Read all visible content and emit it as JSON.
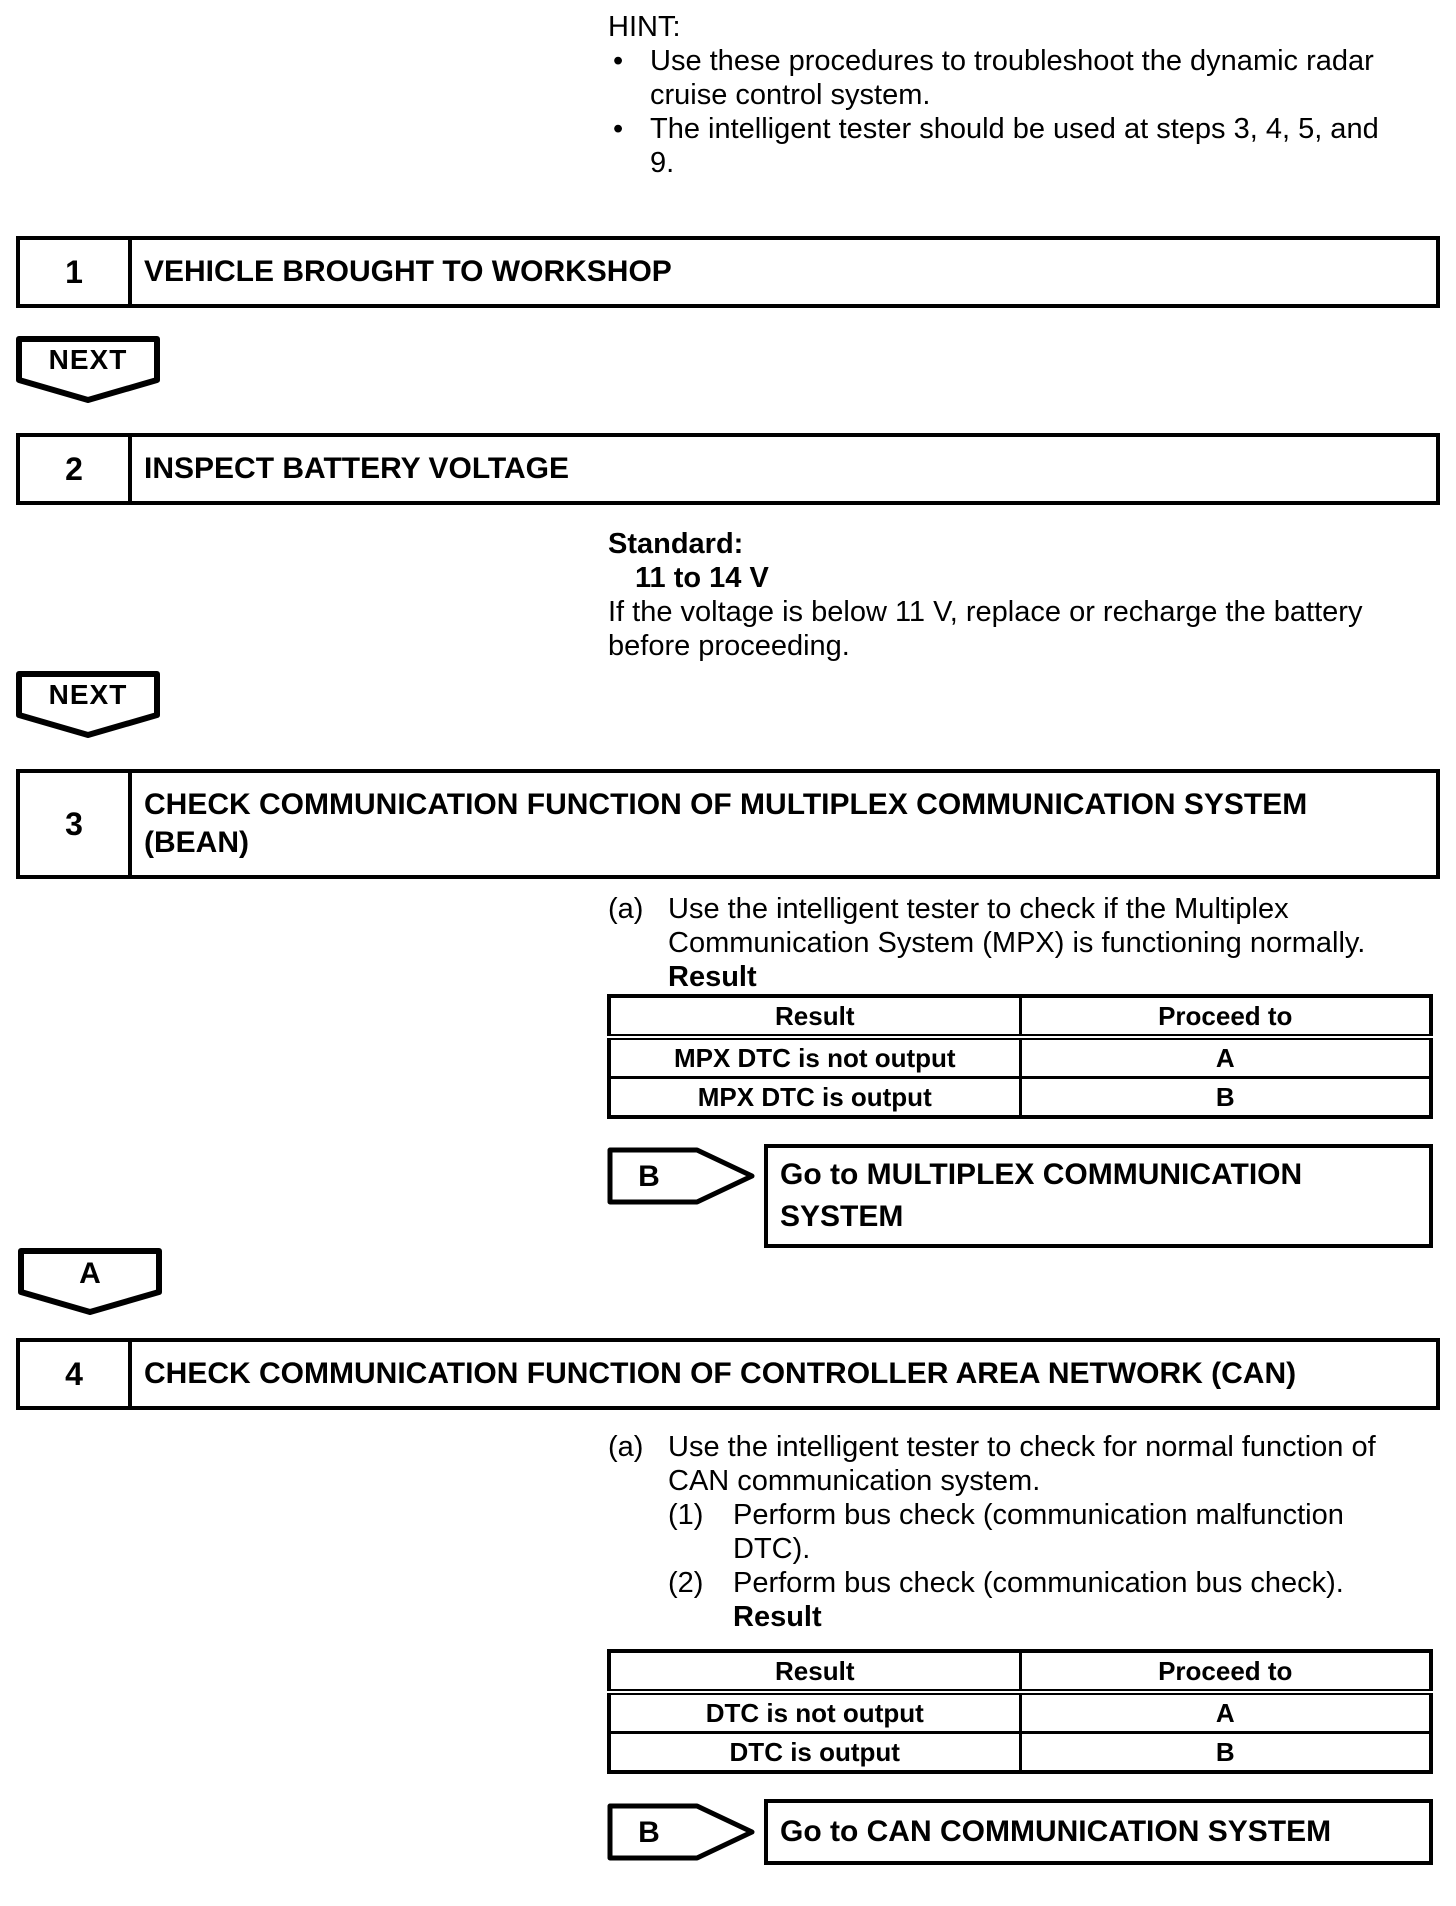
{
  "hint": {
    "label": "HINT:",
    "bullet_char": "•",
    "bullets": [
      "Use these procedures to troubleshoot the dynamic radar cruise control system.",
      "The intelligent tester should be used at steps 3, 4, 5, and 9."
    ]
  },
  "connectors": {
    "next1": "NEXT",
    "next2": "NEXT",
    "a": "A",
    "b1": "B",
    "b2": "B"
  },
  "step1": {
    "number": "1",
    "title": "VEHICLE BROUGHT TO WORKSHOP"
  },
  "step2": {
    "number": "2",
    "title": "INSPECT BATTERY VOLTAGE",
    "standard_label": "Standard:",
    "standard_value": "11 to 14 V",
    "note": "If the voltage is below 11 V, replace or recharge the battery before proceeding."
  },
  "step3": {
    "number": "3",
    "title": "CHECK COMMUNICATION FUNCTION OF MULTIPLEX COMMUNICATION SYSTEM (BEAN)",
    "item_a_marker": "(a)",
    "item_a_text": "Use the intelligent tester to check if the Multiplex Communication System (MPX) is functioning normally.",
    "result_label": "Result",
    "table": {
      "headers": [
        "Result",
        "Proceed to"
      ],
      "rows": [
        [
          "MPX DTC is not output",
          "A"
        ],
        [
          "MPX DTC is output",
          "B"
        ]
      ]
    },
    "goto_label": "Go to MULTIPLEX COMMUNICATION SYSTEM"
  },
  "step4": {
    "number": "4",
    "title": "CHECK COMMUNICATION FUNCTION OF CONTROLLER AREA NETWORK (CAN)",
    "item_a_marker": "(a)",
    "item_a_text": "Use the intelligent tester to check for normal function of CAN communication system.",
    "sub_items": [
      {
        "marker": "(1)",
        "text": "Perform bus check (communication malfunction DTC)."
      },
      {
        "marker": "(2)",
        "text": "Perform bus check (communication bus check)."
      }
    ],
    "result_label": "Result",
    "table": {
      "headers": [
        "Result",
        "Proceed to"
      ],
      "rows": [
        [
          "DTC is not output",
          "A"
        ],
        [
          "DTC is output",
          "B"
        ]
      ]
    },
    "goto_label": "Go to CAN COMMUNICATION SYSTEM"
  },
  "colors": {
    "ink": "#000000",
    "paper": "#ffffff"
  }
}
